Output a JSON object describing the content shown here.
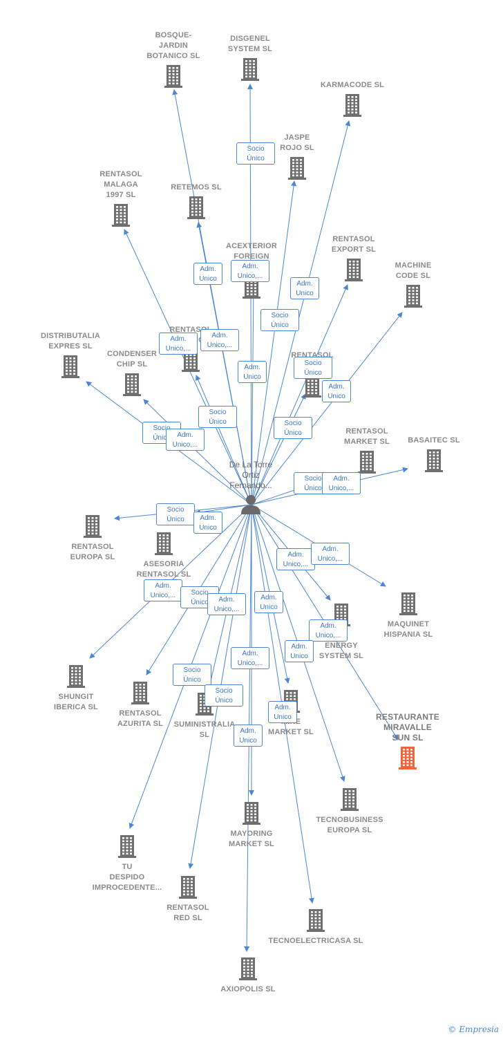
{
  "center": {
    "name": "De La Torre\nOrtiz\nFernando..."
  },
  "companies": [
    {
      "label": "BOSQUE-\nJARDIN\nBOTANICO SL",
      "highlight": false
    },
    {
      "label": "DISGENEL\nSYSTEM  SL",
      "highlight": false
    },
    {
      "label": "KARMACODE SL",
      "highlight": false
    },
    {
      "label": "JASPE\nROJO  SL",
      "highlight": false
    },
    {
      "label": "RENTASOL\nMALAGA\n1997  SL",
      "highlight": false
    },
    {
      "label": "RETEMOS  SL",
      "highlight": false
    },
    {
      "label": "ACEXTERIOR\nFOREIGN\nTRADE...",
      "highlight": false
    },
    {
      "label": "RENTASOL\nEXPORT  SL",
      "highlight": false
    },
    {
      "label": "MACHINE\nCODE SL",
      "highlight": false
    },
    {
      "label": "RENTASOL\nEXPANSION...",
      "highlight": false
    },
    {
      "label": "DISTRIBUTALIA\nEXPRES  SL",
      "highlight": false
    },
    {
      "label": "CONDENSER\nCHIP SL",
      "highlight": false
    },
    {
      "label": "RENTASOL\nPA...  SL",
      "highlight": false
    },
    {
      "label": "RENTASOL\nMARKET  SL",
      "highlight": false
    },
    {
      "label": "BASAITEC  SL",
      "highlight": false
    },
    {
      "label": "RENTASOL\nEUROPA  SL",
      "highlight": false
    },
    {
      "label": "ASESORIA\nRENTASOL SL",
      "highlight": false
    },
    {
      "label": "MAQUINET\nHISPANIA  SL",
      "highlight": false
    },
    {
      "label": "...E\nENERGY\nSYSTEM  SL",
      "highlight": false
    },
    {
      "label": "SHUNGIT\nIBERICA  SL",
      "highlight": false
    },
    {
      "label": "RENTASOL\nAZURITA  SL",
      "highlight": false
    },
    {
      "label": "SUMINISTRALIA\nSL",
      "highlight": false
    },
    {
      "label": "...INE\nMARKET SL",
      "highlight": false
    },
    {
      "label": "RESTAURANTE\nMIRAVALLE\nSUN  SL",
      "highlight": true
    },
    {
      "label": "TECNOBUSINESS\nEUROPA SL",
      "highlight": false
    },
    {
      "label": "MAYORING\nMARKET  SL",
      "highlight": false
    },
    {
      "label": "TU\nDESPIDO\nIMPROCEDENTE...",
      "highlight": false
    },
    {
      "label": "RENTASOL\nRED  SL",
      "highlight": false
    },
    {
      "label": "TECNOELECTRICASA SL",
      "highlight": false
    },
    {
      "label": "AXIOPOLIS SL",
      "highlight": false
    }
  ],
  "badges": [
    "Socio\nÚnico",
    "Adm.\nUnico",
    "Adm.\nUnico,...",
    "Adm.\nUnico",
    "Socio\nÚnico",
    "Adm.\nUnico,...",
    "Adm.\nUnico,...",
    "Adm.\nUnico",
    "Socio\nÚnico",
    "Adm.\nUnico",
    "Socio\nÚnico",
    "Socio\nÚnico",
    "Adm.\nUnico,...",
    "Socio\nÚnico",
    "Socio\nÚnico",
    "Adm.\nUnico,...",
    "Socio\nÚnico",
    "Adm.\nUnico",
    "Adm.\nUnico,...",
    "Adm.\nUnico,...",
    "Adm.\nUnico,...",
    "Socio\nÚnico",
    "Adm.\nUnico,...",
    "Adm.\nUnico",
    "Adm.\nUnico,...",
    "Adm.\nUnico",
    "Adm.\nUnico,...",
    "Socio\nÚnico",
    "Socio\nÚnico",
    "Adm.\nUnico",
    "Adm.\nUnico"
  ],
  "colors": {
    "edge": "#4a86d4",
    "building": "#6f6f6f",
    "highlight": "#f0643a",
    "person": "#6a6a6a"
  },
  "brand": {
    "symbol": "©",
    "name": "Empresia"
  }
}
